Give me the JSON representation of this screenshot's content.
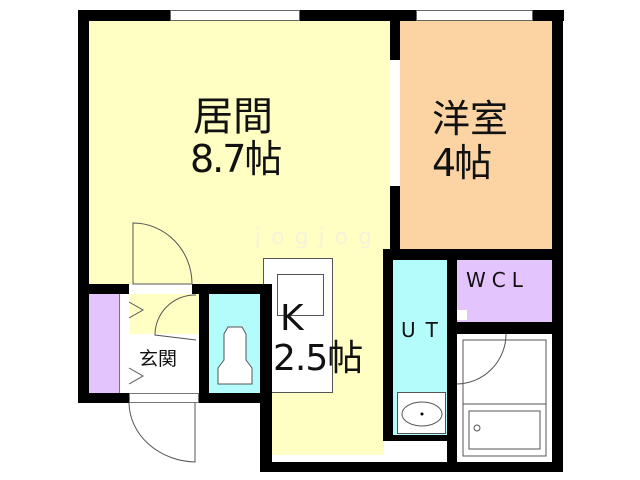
{
  "floorplan": {
    "rooms": {
      "living": {
        "name": "居間",
        "size": "8.7帖",
        "color": "#FFFFC4"
      },
      "western": {
        "name": "洋室",
        "size": "4帖",
        "color": "#FCD4A4"
      },
      "kitchen": {
        "name": "K",
        "size": "2.5帖",
        "color": "#FFFFC4"
      },
      "wcl": {
        "name": "WCL",
        "color": "#E4C4FC"
      },
      "utility": {
        "name": "UT",
        "color": "#B4FCFC"
      },
      "entrance": {
        "name": "玄関",
        "color": "#FFFFFF"
      },
      "toilet": {
        "color": "#B4FCFC"
      },
      "shoe_closet": {
        "color": "#E4C4FC"
      },
      "bathroom": {
        "color": "#FFFFFF"
      }
    },
    "watermark": "jogjog",
    "colors": {
      "wall": "#000000",
      "window": "#FFFFFF"
    }
  }
}
